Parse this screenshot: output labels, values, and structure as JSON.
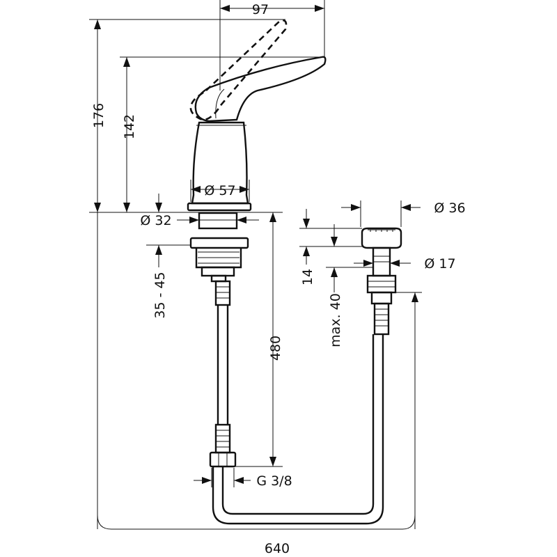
{
  "dimensions": {
    "spout_reach": "97",
    "total_height": "176",
    "handle_height": "142",
    "body_diameter": "Ø 57",
    "shank_diameter": "Ø 32",
    "deck_thickness": "35 - 45",
    "hose_length": "480",
    "thread": "G 3/8",
    "distance": "640",
    "knob_diameter": "Ø 36",
    "knob_shank_diameter": "Ø 17",
    "knob_height": "14",
    "knob_max": "max. 40"
  }
}
